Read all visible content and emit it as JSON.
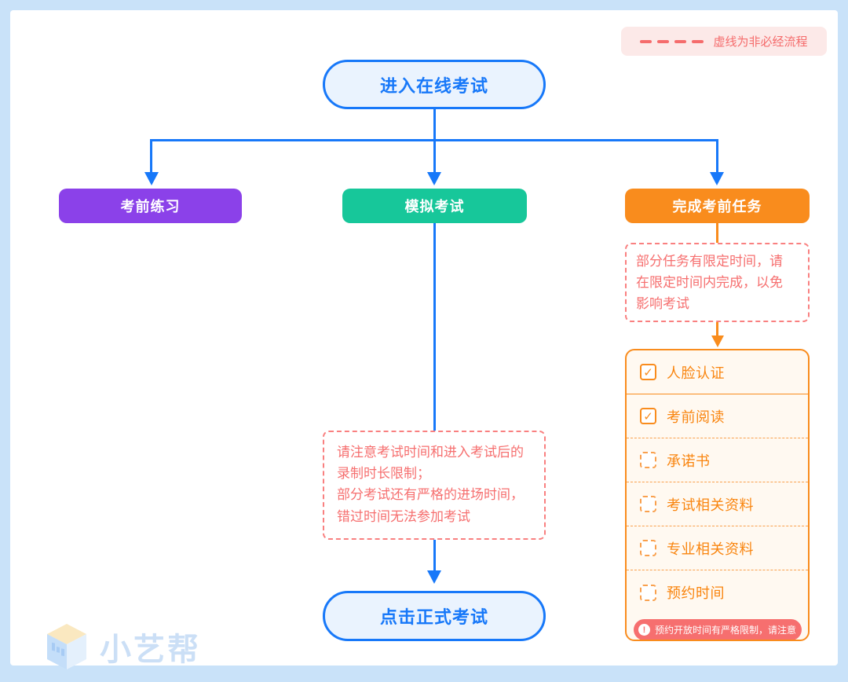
{
  "legend": {
    "label": "虚线为非必经流程"
  },
  "flow": {
    "start_label": "进入在线考试",
    "branches": [
      {
        "label": "考前练习",
        "color": "#8B41E9"
      },
      {
        "label": "模拟考试",
        "color": "#17C79A"
      },
      {
        "label": "完成考前任务",
        "color": "#F98C1D"
      }
    ],
    "task_note": "部分任务有限定时间，请\n在限定时间内完成，以免\n影响考试",
    "exam_note": "请注意考试时间和进入考试后的\n录制时长限制；\n部分考试还有严格的进场时间，\n错过时间无法参加考试",
    "end_label": "点击正式考试"
  },
  "tasks": {
    "items": [
      {
        "label": "人脸认证",
        "checked": true
      },
      {
        "label": "考前阅读",
        "checked": true
      },
      {
        "label": "承诺书",
        "checked": false
      },
      {
        "label": "考试相关资料",
        "checked": false
      },
      {
        "label": "专业相关资料",
        "checked": false
      },
      {
        "label": "预约时间",
        "checked": false
      }
    ],
    "warning": "预约开放时间有严格限制，请注意"
  },
  "watermark": {
    "brand": "小艺帮"
  },
  "colors": {
    "accent_blue": "#1778F9",
    "purple": "#8B41E9",
    "green": "#17C79A",
    "orange": "#F98C1D",
    "pink": "#F66F6F",
    "page_background": "#C9E2F9"
  }
}
